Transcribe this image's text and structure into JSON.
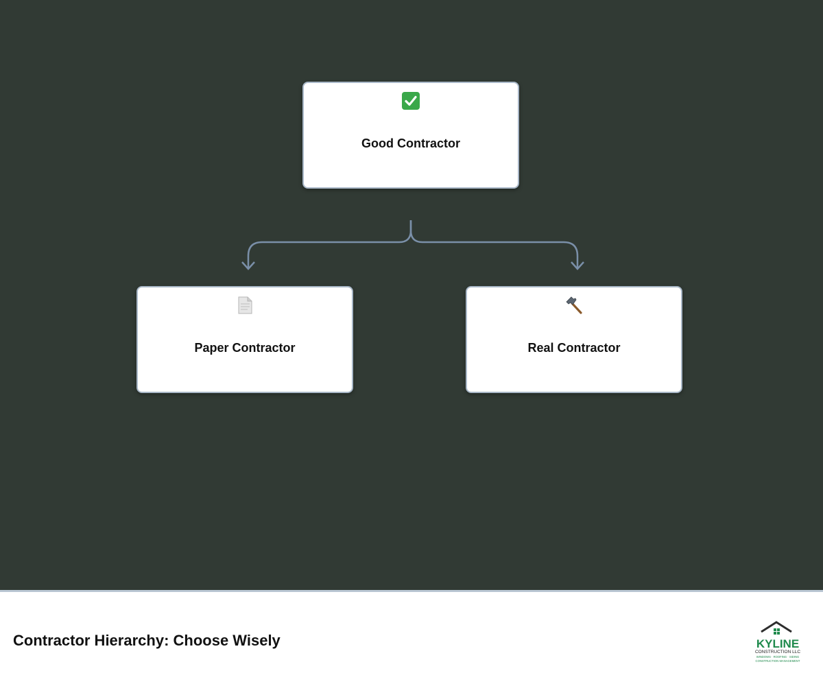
{
  "diagram": {
    "root": {
      "label": "Good Contractor",
      "icon": "check-mark-icon"
    },
    "children": [
      {
        "label": "Paper Contractor",
        "icon": "document-icon"
      },
      {
        "label": "Real Contractor",
        "icon": "hammer-icon"
      }
    ],
    "colors": {
      "background": "#313a34",
      "connector": "#7a8fa8",
      "node_border": "#a9b8c8",
      "check": "#3aa84a"
    }
  },
  "footer": {
    "title": "Contractor Hierarchy: Choose Wisely",
    "logo": {
      "brand": "KYLINE",
      "company": "CONSTRUCTION LLC",
      "tagline_1": "WINDOWS · ROOFING · SIDING",
      "tagline_2": "CONSTRUCTION MANAGEMENT",
      "brand_color": "#1f8a4c"
    }
  }
}
